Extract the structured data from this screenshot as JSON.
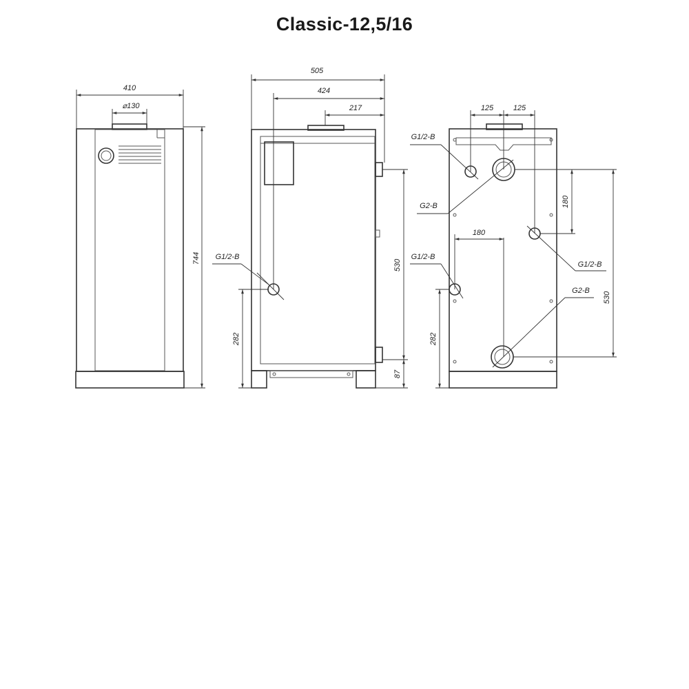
{
  "title": "Classic-12,5/16",
  "front_view": {
    "width": "410",
    "flue_diameter": "⌀130",
    "height": "744"
  },
  "side_view": {
    "depth_total": "505",
    "depth_to_outlet": "424",
    "depth_to_flue": "217",
    "connection_height": "530",
    "inlet_height": "282",
    "base_height": "87",
    "inlet_label": "G1/2-B"
  },
  "rear_view": {
    "flue_offset_left": "125",
    "flue_offset_right": "125",
    "spacing_horizontal": "180",
    "spacing_vertical": "180",
    "connection_height": "530",
    "inlet_height": "282",
    "label_g12_top": "G1/2-B",
    "label_g2_top": "G2-B",
    "label_g12_right": "G1/2-B",
    "label_g12_left": "G1/2-B",
    "label_g2_bottom": "G2-B"
  }
}
